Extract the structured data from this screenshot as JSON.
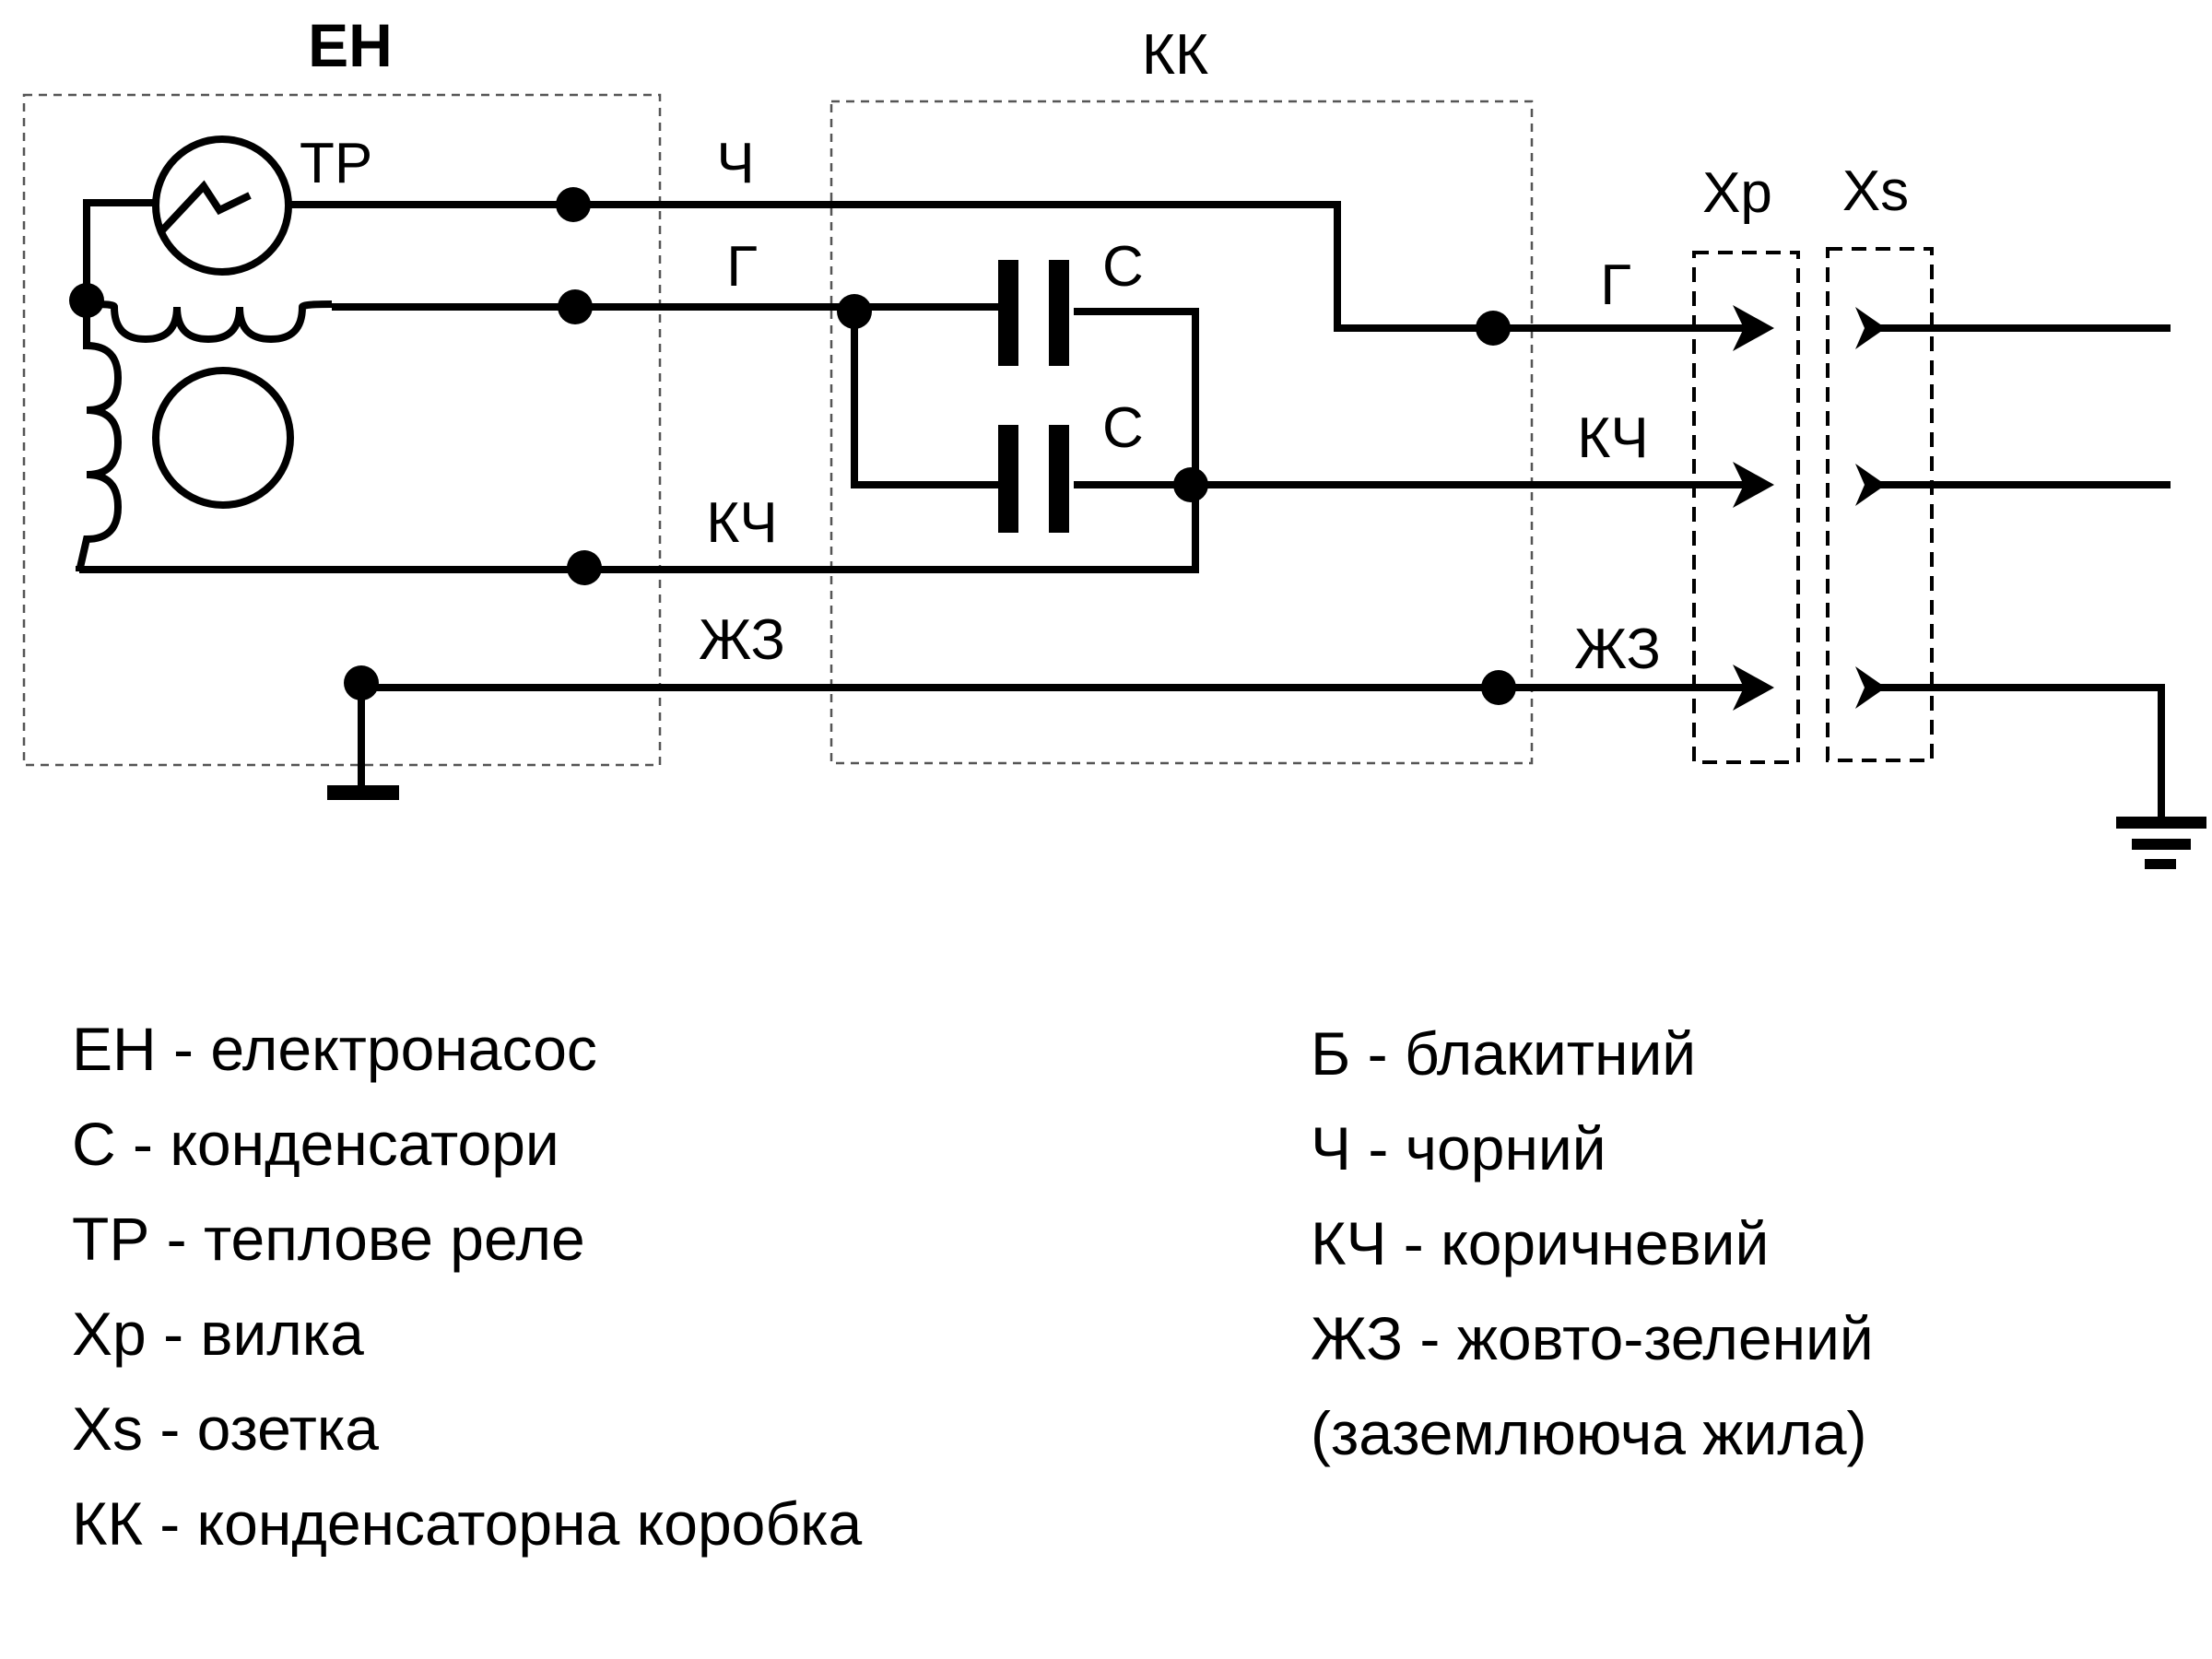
{
  "diagram": {
    "boxes": {
      "pump": "ЕН",
      "capacitor_box": "КК",
      "plug": "Xp",
      "socket": "Xs"
    },
    "components": {
      "thermal_relay": "ТР",
      "capacitor_top": "С",
      "capacitor_bottom": "С"
    },
    "wires_inner": {
      "black": "Ч",
      "blue": "Г",
      "brown": "КЧ",
      "yellow_green": "ЖЗ"
    },
    "wires_outer": {
      "blue": "Г",
      "brown": "КЧ",
      "yellow_green": "ЖЗ"
    }
  },
  "legend": {
    "left": [
      "ЕН - електронасос",
      "С - конденсатори",
      "ТР - теплове реле",
      "Xp - вилка",
      "Xs - озетка",
      "КК - конденсаторна коробка"
    ],
    "right": [
      "Б - блакитний",
      "Ч - чорний",
      "КЧ - коричневий",
      "ЖЗ - жовто-зелений",
      "(заземлююча жила)"
    ]
  }
}
